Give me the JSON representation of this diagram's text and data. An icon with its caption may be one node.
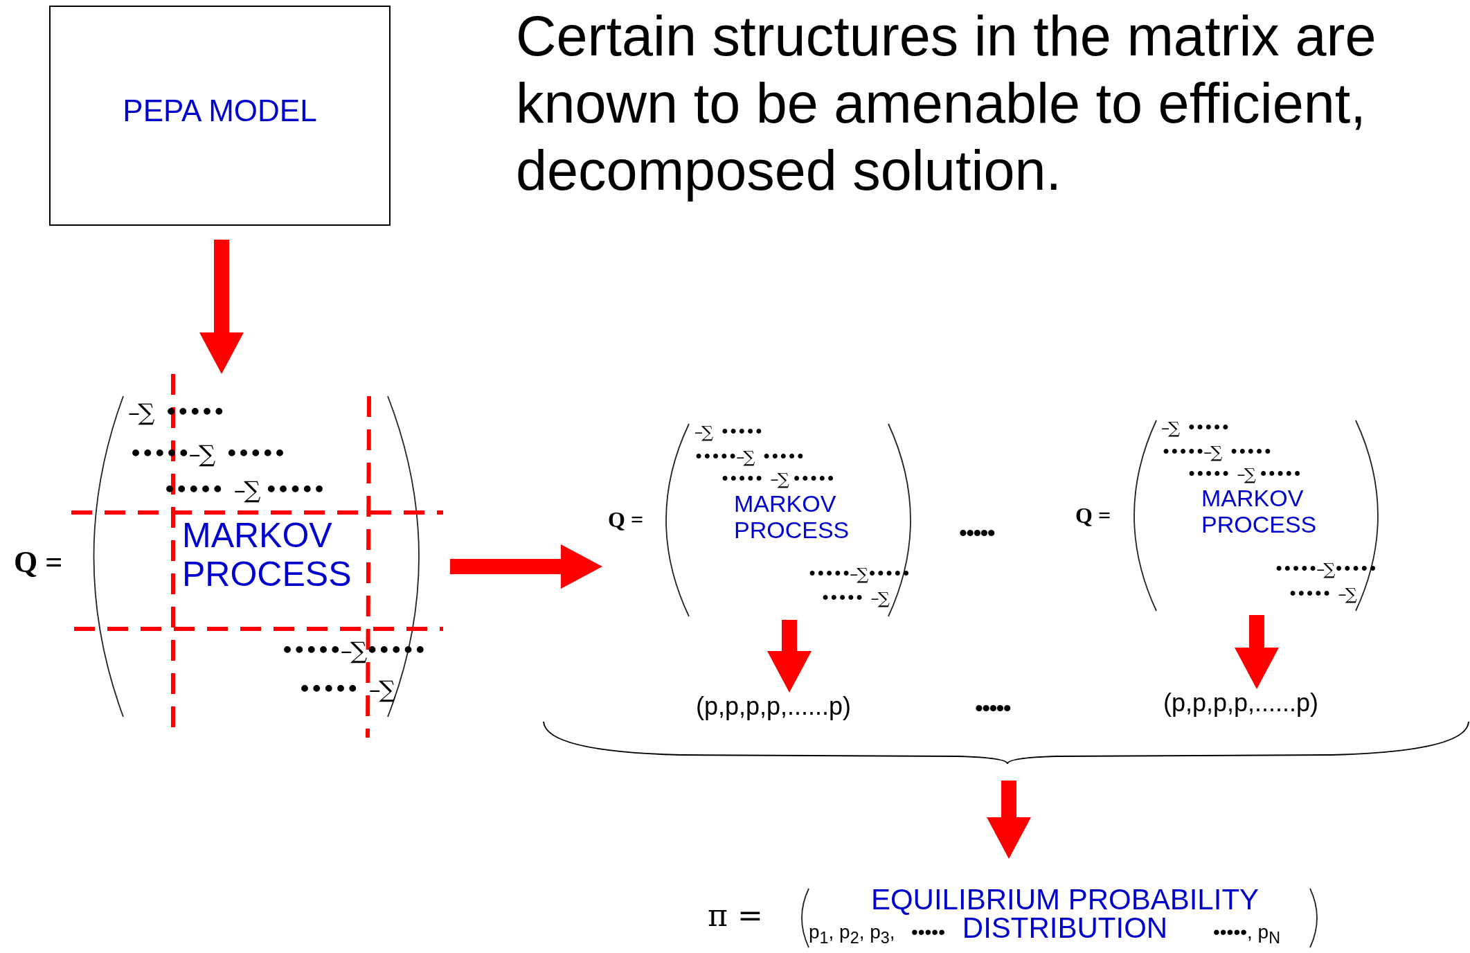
{
  "diagram": {
    "title": "Certain structures in the matrix are known to be amenable to efficient, decomposed solution.",
    "nodes": [
      {
        "text": [
          "PEPA MODEL"
        ]
      },
      {
        "text": [
          "MARKOV PROCESS"
        ]
      },
      {
        "text": [
          "MARKOV PROCESS"
        ]
      },
      {
        "text": [
          "MARKOV PROCESS"
        ]
      },
      {
        "text": [
          "(p,p,p,p,......p)"
        ]
      },
      {
        "text": [
          "(p,p,p,p,......p)"
        ]
      },
      {
        "text": [],
        "shape": "brace"
      },
      {
        "text": [
          "EQUILIBRIUM PROBABILITY DISTRIBUTION"
        ]
      }
    ],
    "edges": [
      {
        "from": 0,
        "to": 1,
        "arrow": "to"
      },
      {
        "from": 1,
        "to": 2,
        "arrow": "to"
      },
      {
        "from": 2,
        "to": 4,
        "arrow": "to"
      },
      {
        "from": 3,
        "to": 5,
        "arrow": "to"
      },
      {
        "from": 6,
        "to": 7,
        "arrow": "to"
      }
    ],
    "labels": [
      "Q =",
      "–∑  •••••",
      "•••••–∑  •••••",
      "•••••  –∑ •••••",
      "•••••–∑•••••",
      "•••••  –∑",
      "Q =",
      "–∑  •••••",
      "•••••–∑  •••••",
      "•••••  –∑ •••••",
      "•••••–∑•••••",
      "•••••  –∑",
      "•••••",
      "Q =",
      "–∑  •••••",
      "•••••–∑  •••••",
      "•••••  –∑ •••••",
      "•••••–∑•••••",
      "•••••  –∑",
      "•••••",
      "π =",
      "p$_{1}$, p$_{2}$, p$_{3}$,   •••••",
      "•••••, p$_{N}$"
    ]
  }
}
